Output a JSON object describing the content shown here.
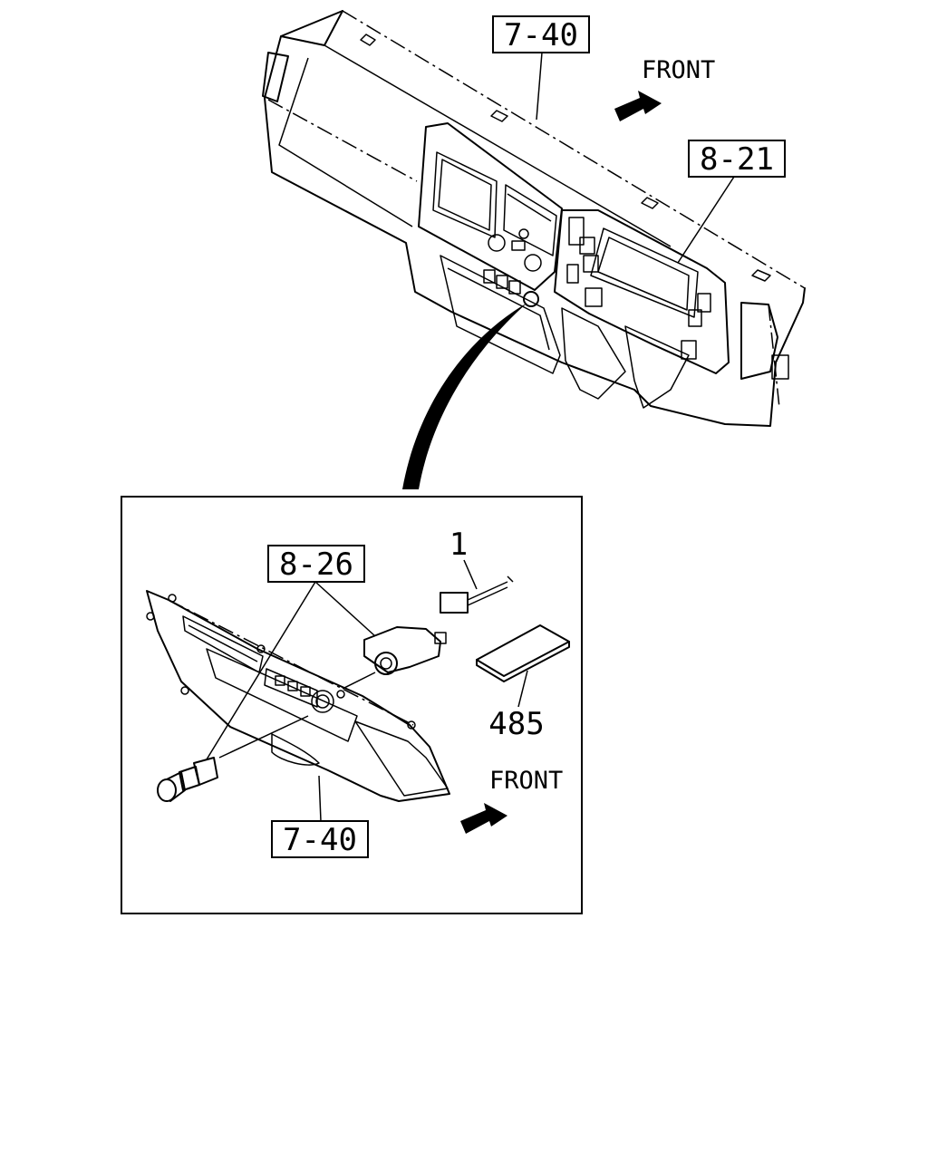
{
  "callouts": {
    "top_ref_740": "7-40",
    "top_ref_821": "8-21",
    "detail_ref_826": "8-26",
    "detail_ref_740": "7-40",
    "part_1": "1",
    "part_485": "485"
  },
  "direction": {
    "top_front": "FRONT",
    "detail_front": "FRONT"
  }
}
